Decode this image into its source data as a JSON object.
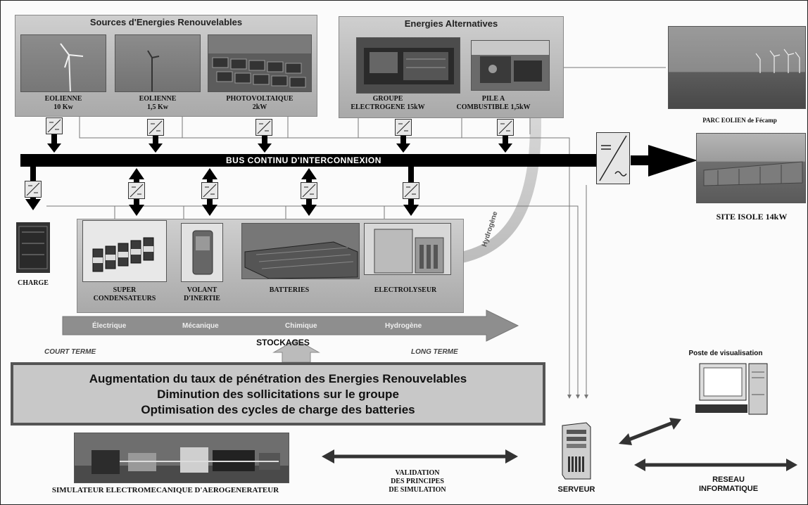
{
  "panels": {
    "renewable_title": "Sources d'Energies Renouvelables",
    "alternative_title": "Energies Alternatives"
  },
  "sources": [
    {
      "line1": "EOLIENNE",
      "line2": "10 Kw"
    },
    {
      "line1": "EOLIENNE",
      "line2": "1,5 Kw"
    },
    {
      "line1": "PHOTOVOLTAIQUE",
      "line2": "2kW"
    },
    {
      "line1": "GROUPE",
      "line2": "ELECTROGENE  15kW"
    },
    {
      "line1": "PILE A",
      "line2": "COMBUSTIBLE 1,5kW"
    }
  ],
  "bus_label": "BUS CONTINU D'INTERCONNEXION",
  "right_sites": {
    "parc": "PARC EOLIEN de Fécamp",
    "site": "SITE ISOLE 14kW"
  },
  "load_label": "CHARGE",
  "storage": [
    {
      "line1": "SUPER",
      "line2": "CONDENSATEURS"
    },
    {
      "line1": "VOLANT",
      "line2": "D'INERTIE"
    },
    {
      "line1": "BATTERIES",
      "line2": ""
    },
    {
      "line1": "ELECTROLYSEUR",
      "line2": ""
    }
  ],
  "hydrogen_label": "Hydrogène",
  "storage_types": [
    "Électrique",
    "Mécanique",
    "Chimique",
    "Hydrogène"
  ],
  "stockages_label": "STOCKAGES",
  "court_terme": "COURT TERME",
  "long_terme": "LONG TERME",
  "goals": [
    "Augmentation du taux de pénétration des Energies Renouvelables",
    "Diminution des sollicitations sur le groupe",
    "Optimisation des cycles de charge des batteries"
  ],
  "poste_label": "Poste de visualisation",
  "simulator_label": "SIMULATEUR  ELECTROMECANIQUE  D'AEROGENERATEUR",
  "validation": [
    "VALIDATION",
    "DES PRINCIPES",
    "DE SIMULATION"
  ],
  "serveur_label": "SERVEUR",
  "reseau": [
    "RESEAU",
    "INFORMATIQUE"
  ],
  "colors": {
    "panel": "#b8b8b8",
    "bus": "#000000",
    "arrow_grey": "#8a8a8a"
  }
}
